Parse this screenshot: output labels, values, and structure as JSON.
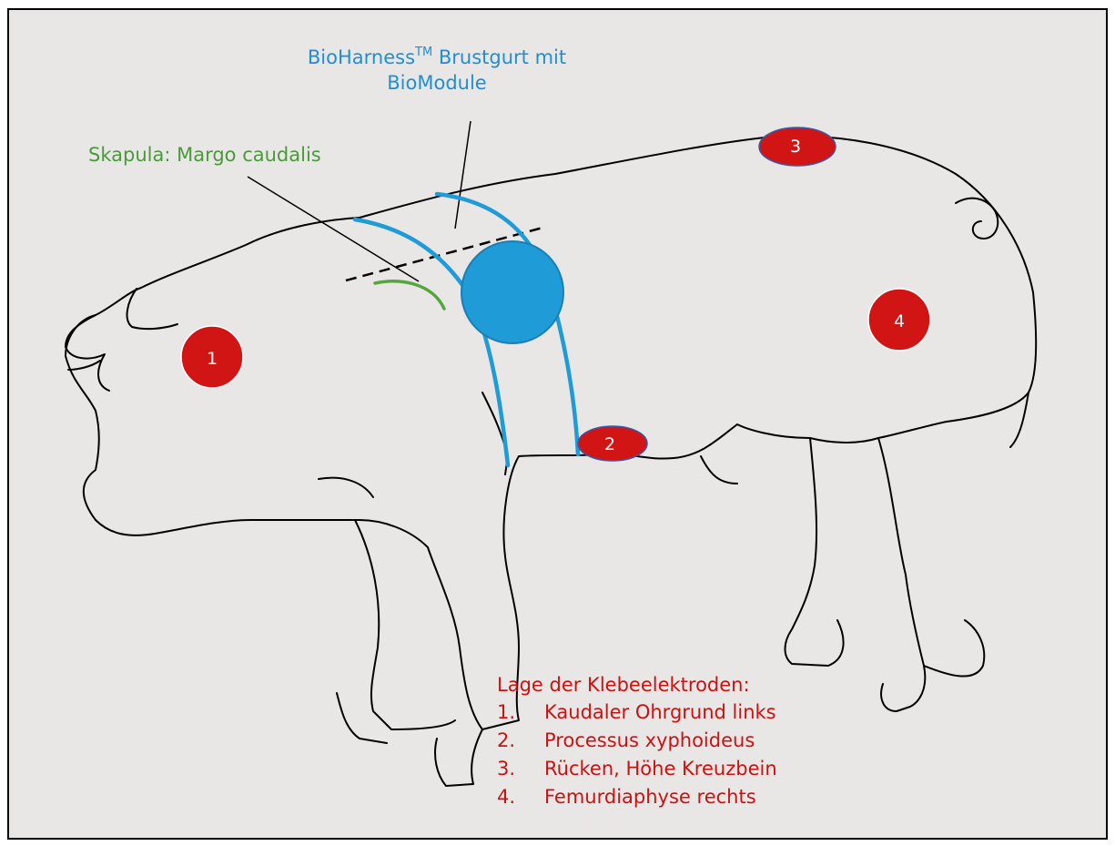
{
  "labels": {
    "harness_line1_prefix": "BioHarness",
    "harness_tm": "TM",
    "harness_line1_suffix": " Brustgurt mit",
    "harness_line2": "BioModule",
    "skapula": "Skapula: Margo caudalis"
  },
  "electrodes": [
    {
      "number": "1"
    },
    {
      "number": "2"
    },
    {
      "number": "3"
    },
    {
      "number": "4"
    }
  ],
  "legend": {
    "title": "Lage der Klebeelektroden:",
    "items": [
      {
        "number": "1.",
        "text": "Kaudaler Ohrgrund links"
      },
      {
        "number": "2.",
        "text": "Processus xyphoideus"
      },
      {
        "number": "3.",
        "text": "Rücken, Höhe Kreuzbein"
      },
      {
        "number": "4.",
        "text": "Femurdiaphyse rechts"
      }
    ]
  },
  "colors": {
    "background": "#e9e6e6",
    "electrode_fill": "#d11515",
    "harness_blue": "#1f9bd7",
    "skapula_green": "#55a63c",
    "legend_red": "#cc1111",
    "outline": "#000000"
  }
}
